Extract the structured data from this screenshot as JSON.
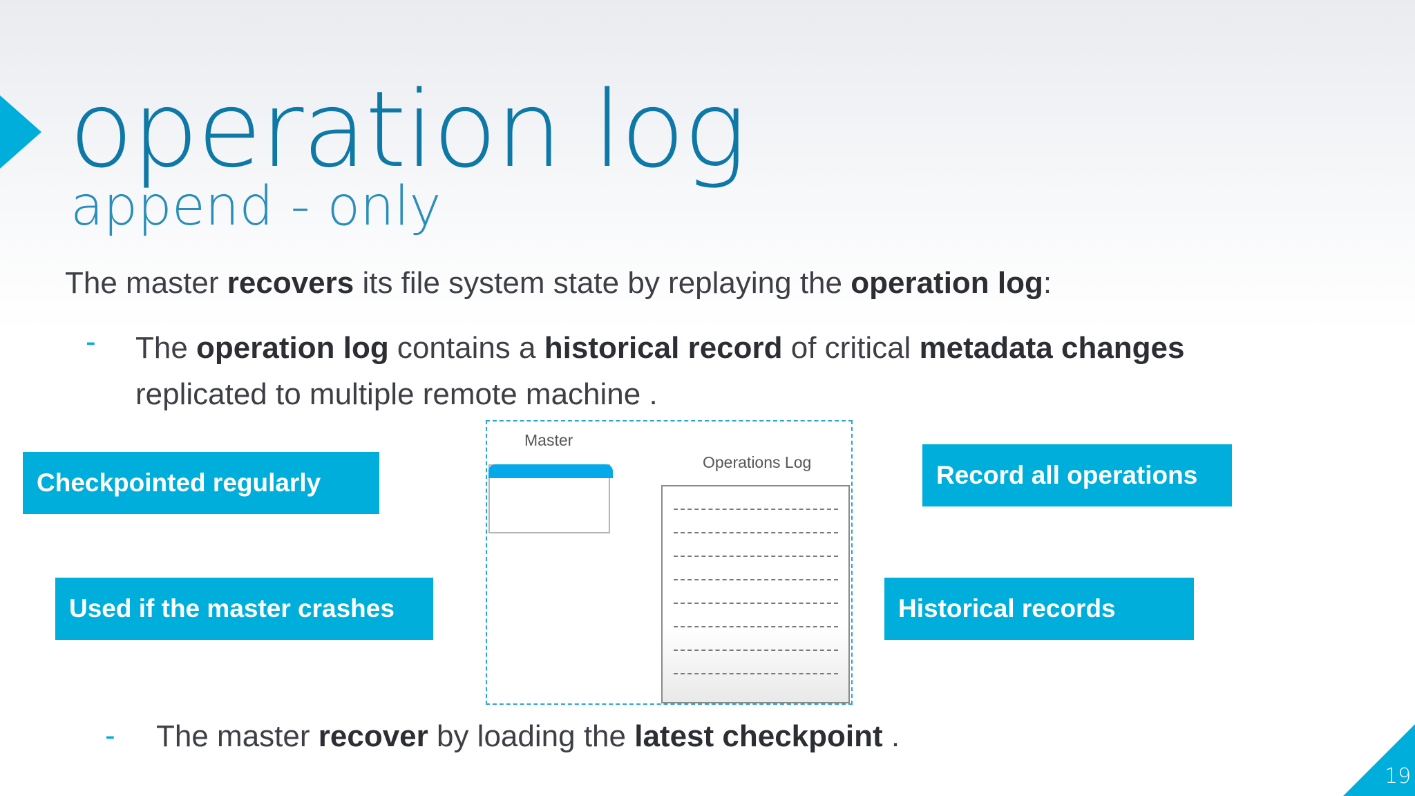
{
  "slide": {
    "title": "operation log",
    "subtitle": "append - only",
    "page_number": "19"
  },
  "body": {
    "p1": {
      "t1": "The master ",
      "b1": "recovers",
      "t2": " its file system state by replaying the ",
      "b2": "operation log",
      "t3": ":"
    },
    "p2": {
      "dash": "-",
      "t1": "The ",
      "b1": "operation log",
      "t2": " contains a ",
      "b2": "historical record",
      "t3": " of critical ",
      "b3": "metadata changes",
      "t4": "replicated to multiple remote machine ."
    },
    "p3": {
      "dash": "-",
      "t1": "The master ",
      "b1": "recover",
      "t2": " by loading the ",
      "b2": "latest checkpoint",
      "t3": " ."
    }
  },
  "callouts": {
    "checkpointed": "Checkpointed regularly",
    "used_if_crash": "Used if the master crashes",
    "record_all": "Record all operations",
    "historical": "Historical records"
  },
  "diagram": {
    "master_label": "Master",
    "oplog_label": "Operations Log",
    "log_line_count": 8
  },
  "colors": {
    "accent": "#00aedb",
    "title": "#0e78a6",
    "text": "#3d3f45"
  }
}
